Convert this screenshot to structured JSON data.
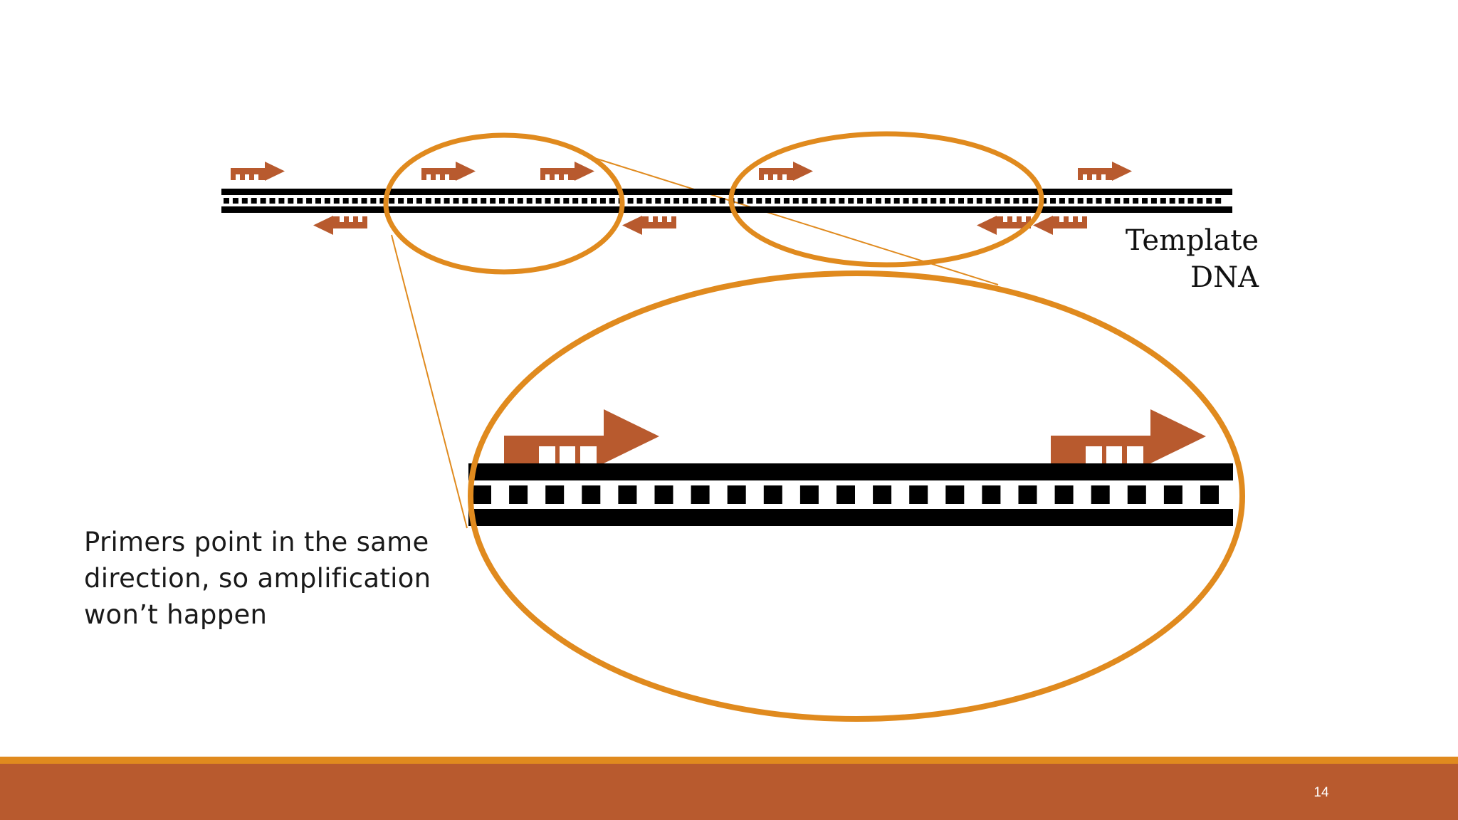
{
  "slide": {
    "caption_lines": [
      "Primers point in the same",
      "direction, so amplification",
      "won’t happen"
    ],
    "template_label_lines": [
      "Template",
      "DNA"
    ],
    "slide_number": "14"
  },
  "colors": {
    "primer": "#B85A2E",
    "highlight": "#E08A1E",
    "dna": "#000000",
    "footer_bar": "#B85A2E",
    "footer_accent": "#E08A1E",
    "text": "#1a1a1a"
  },
  "icons": {
    "primer": "primer-arrow-icon"
  }
}
